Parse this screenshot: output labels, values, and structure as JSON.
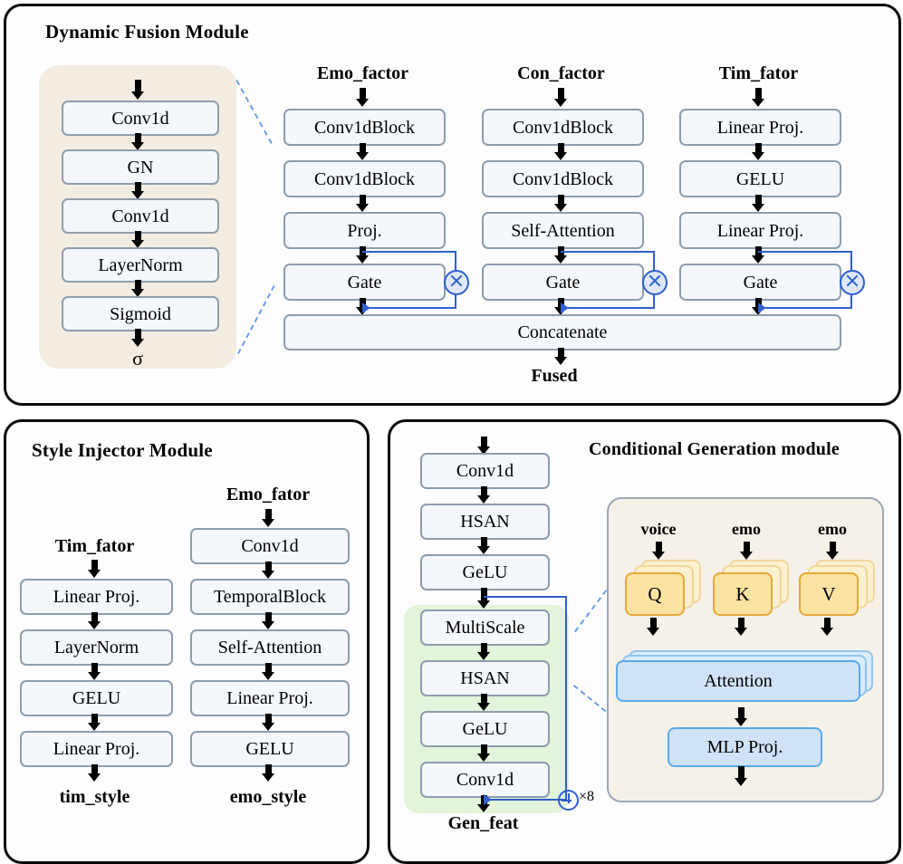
{
  "panels": {
    "dynamic_fusion": {
      "title": "Dynamic Fusion Module"
    },
    "style_injector": {
      "title": "Style Injector Module"
    },
    "conditional_generation": {
      "title": "Conditional Generation module"
    }
  },
  "gate_detail": {
    "steps": [
      "Conv1d",
      "GN",
      "Conv1d",
      "LayerNorm",
      "Sigmoid"
    ],
    "output": "σ"
  },
  "fusion_columns": [
    {
      "header": "Emo_factor",
      "steps": [
        "Conv1dBlock",
        "Conv1dBlock",
        "Proj.",
        "Gate"
      ]
    },
    {
      "header": "Con_factor",
      "steps": [
        "Conv1dBlock",
        "Conv1dBlock",
        "Self-Attention",
        "Gate"
      ]
    },
    {
      "header": "Tim_fator",
      "steps": [
        "Linear Proj.",
        "GELU",
        "Linear Proj.",
        "Gate"
      ]
    }
  ],
  "fusion_merge": {
    "label": "Concatenate",
    "output": "Fused"
  },
  "style_columns": [
    {
      "header": "Tim_fator",
      "steps": [
        "Linear Proj.",
        "LayerNorm",
        "GELU",
        "Linear Proj."
      ],
      "output": "tim_style"
    },
    {
      "header": "Emo_fator",
      "steps": [
        "Conv1d",
        "TemporalBlock",
        "Self-Attention",
        "Linear Proj.",
        "GELU"
      ],
      "output": "emo_style"
    }
  ],
  "gen_stack": {
    "pre_steps": [
      "Conv1d",
      "HSAN",
      "GeLU"
    ],
    "loop_steps": [
      "MultiScale",
      "HSAN",
      "GeLU",
      "Conv1d"
    ],
    "repeat_label": "×8",
    "output": "Gen_feat"
  },
  "attention_detail": {
    "inputs": [
      "voice",
      "emo",
      "emo"
    ],
    "cards": [
      "Q",
      "K",
      "V"
    ],
    "attention_label": "Attention",
    "mlp_label": "MLP Proj."
  },
  "colors": {
    "box_fill": "#f4f7fc",
    "box_border": "#8d9dad",
    "beige": "#f3ece0",
    "green": "#e2f4d9",
    "blue_line": "#2f5fd0",
    "yellow_card": "#fce3a2",
    "blue_card": "#cfe2f8"
  }
}
